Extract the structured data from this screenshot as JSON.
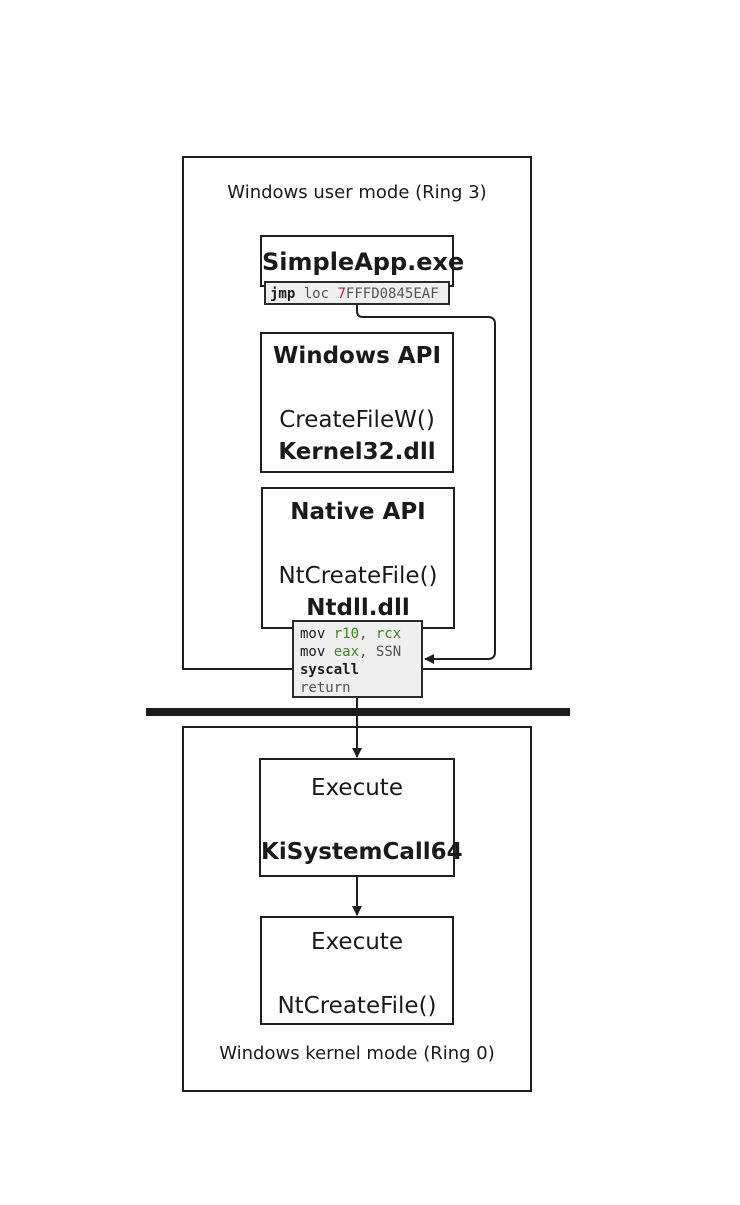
{
  "user_mode": {
    "label": "Windows user mode (Ring 3)"
  },
  "kernel_mode": {
    "label": "Windows kernel mode (Ring 0)"
  },
  "simple_app": {
    "title": "SimpleApp.exe",
    "jmp_code": {
      "keyword": "jmp",
      "word": "loc",
      "addr_red": "7",
      "addr_rest": "FFFD0845EAF"
    }
  },
  "windows_api": {
    "title": "Windows API",
    "function": "CreateFileW()",
    "dll": "Kernel32.dll"
  },
  "native_api": {
    "title": "Native API",
    "function": "NtCreateFile()",
    "dll": "Ntdll.dll"
  },
  "syscall_stub": {
    "line1": {
      "op": "mov",
      "a": "r10",
      "sep": ", ",
      "b": "rcx"
    },
    "line2": {
      "op": "mov",
      "a": "eax",
      "sep": ", ",
      "b": "SSN"
    },
    "line3": {
      "op": "syscall"
    },
    "line4": {
      "op": "return"
    }
  },
  "ki_system_call": {
    "line1": "Execute",
    "line2": "KiSystemCall64"
  },
  "nt_create_file_kernel": {
    "line1": "Execute",
    "line2": "NtCreateFile()"
  },
  "colors": {
    "stroke": "#1f1f1f",
    "code_background": "#efefef",
    "register_green": "#3b8a1c",
    "address_red": "#c0202a"
  }
}
